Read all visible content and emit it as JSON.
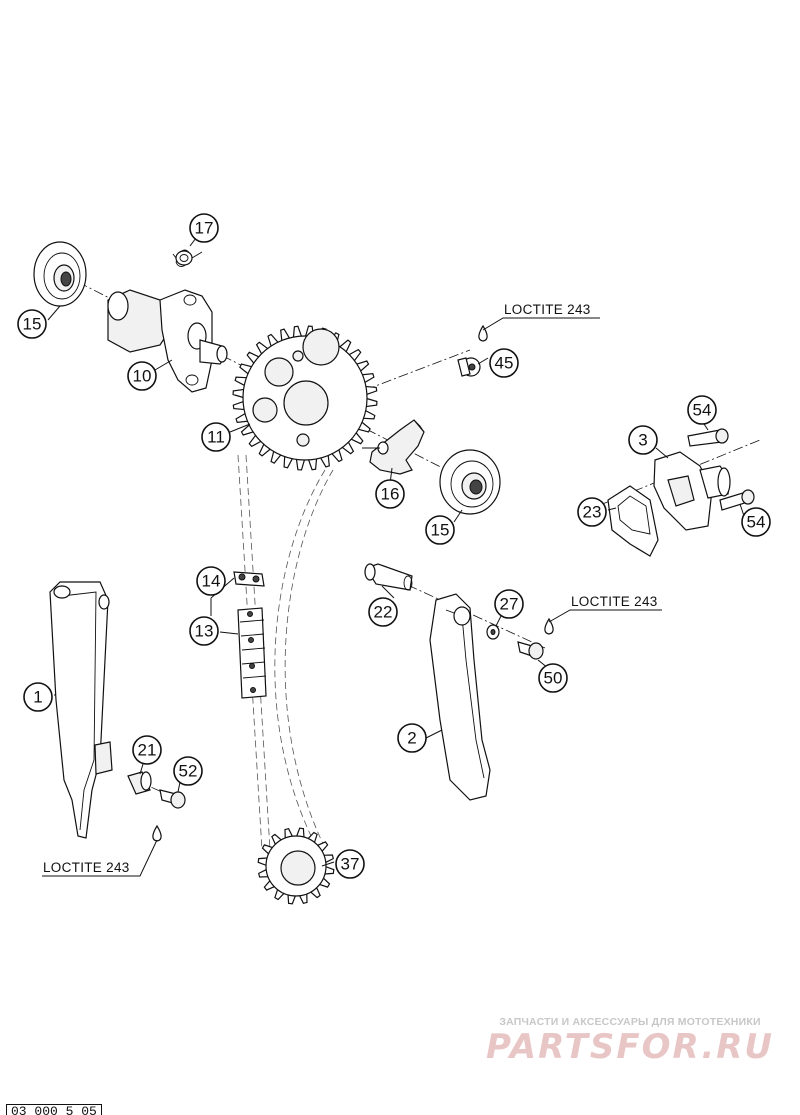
{
  "diagram": {
    "callouts": [
      {
        "id": "c15a",
        "label": "15"
      },
      {
        "id": "c17",
        "label": "17"
      },
      {
        "id": "c10",
        "label": "10"
      },
      {
        "id": "c11",
        "label": "11"
      },
      {
        "id": "c45",
        "label": "45"
      },
      {
        "id": "c16",
        "label": "16"
      },
      {
        "id": "c15b",
        "label": "15"
      },
      {
        "id": "c54a",
        "label": "54"
      },
      {
        "id": "c3",
        "label": "3"
      },
      {
        "id": "c23",
        "label": "23"
      },
      {
        "id": "c54b",
        "label": "54"
      },
      {
        "id": "c14",
        "label": "14"
      },
      {
        "id": "c13",
        "label": "13"
      },
      {
        "id": "c22",
        "label": "22"
      },
      {
        "id": "c27",
        "label": "27"
      },
      {
        "id": "c50",
        "label": "50"
      },
      {
        "id": "c1",
        "label": "1"
      },
      {
        "id": "c21",
        "label": "21"
      },
      {
        "id": "c52",
        "label": "52"
      },
      {
        "id": "c2",
        "label": "2"
      },
      {
        "id": "c37",
        "label": "37"
      }
    ],
    "loctite_labels": [
      "LOCTITE 243",
      "LOCTITE 243",
      "LOCTITE 243"
    ]
  },
  "watermark": {
    "subtitle": "ЗАПЧАСТИ И АКСЕССУАРЫ ДЛЯ МОТОТЕХНИКИ",
    "brand": "PARTSFOR.RU",
    "color": "#e9c6c6"
  },
  "page_code": "03 000 5 05"
}
